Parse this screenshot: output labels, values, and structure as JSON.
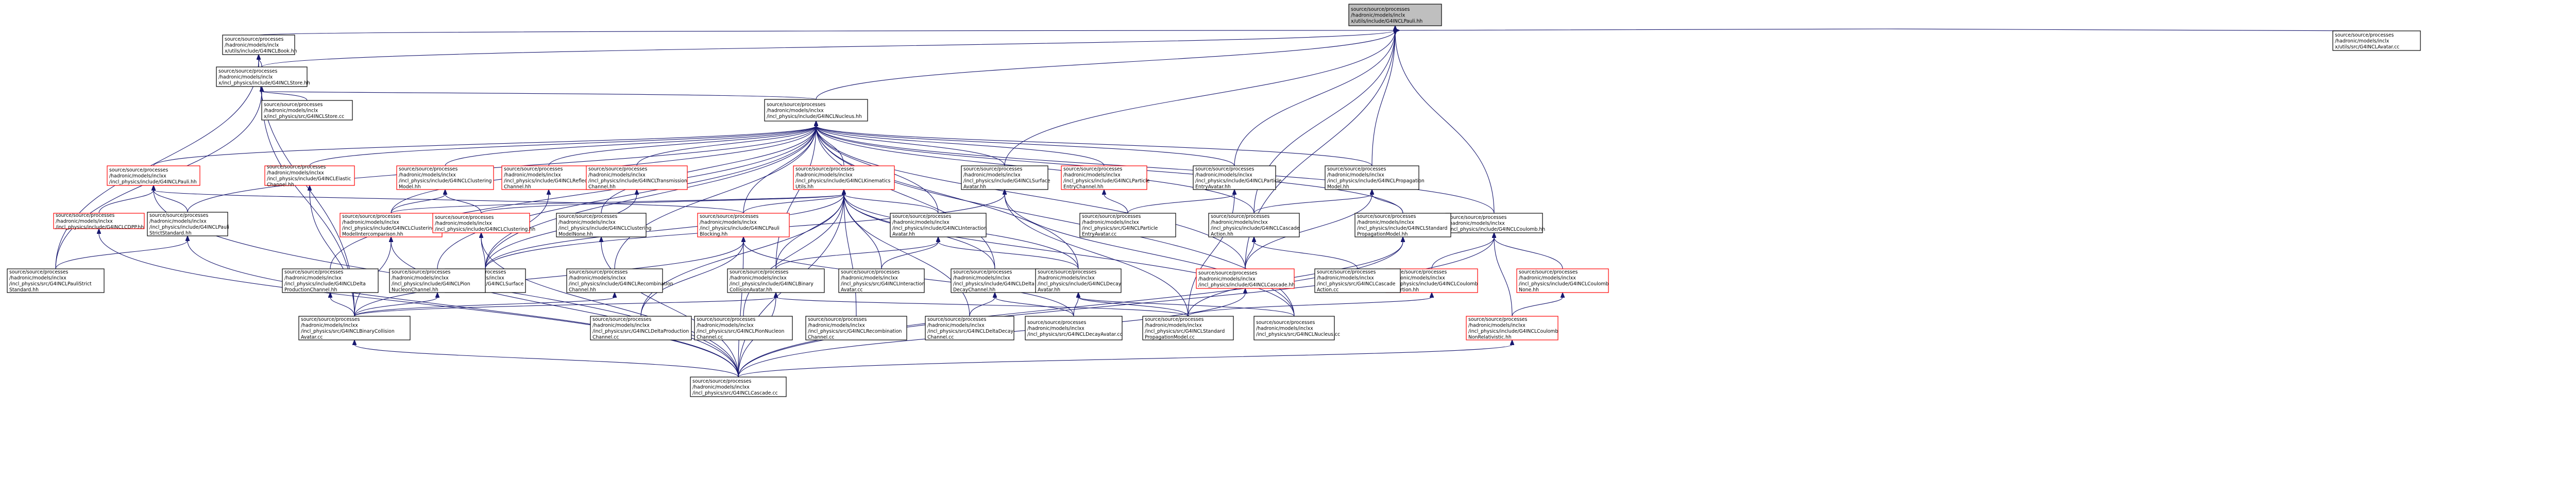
{
  "colors": {
    "edge": "#191970",
    "root_fill": "#bfbfbf",
    "border": "#000000",
    "truncated_border": "#ff0000"
  },
  "nodes": [
    {
      "id": "pauli",
      "lines": [
        "source/source/processes",
        "/hadronic/models/inclx",
        "x/utils/include/G4INCLPauli.hh"
      ],
      "root": true
    },
    {
      "id": "avatar_cc",
      "lines": [
        "source/source/processes",
        "/hadronic/models/inclx",
        "x/utils/src/G4INCLAvatar.cc"
      ]
    },
    {
      "id": "store_hh",
      "lines": [
        "source/source/processes",
        "/hadronic/models/inclx",
        "x/utils/include/G4INCLBook.hh"
      ]
    },
    {
      "id": "store2_hh",
      "lines": [
        "source/source/processes",
        "/hadronic/models/inclx",
        "x/incl_physics/include/G4INCLStore.hh"
      ]
    },
    {
      "id": "store_cc",
      "lines": [
        "source/source/processes",
        "/hadronic/models/inclx",
        "x/incl_physics/src/G4INCLStore.cc"
      ]
    },
    {
      "id": "nucleus_hh",
      "lines": [
        "source/source/processes",
        "/hadronic/models/inclxx",
        "/incl_physics/include/G4INCLNucleus.hh"
      ]
    },
    {
      "id": "pauli_hh",
      "lines": [
        "source/source/processes",
        "/hadronic/models/inclxx",
        "/incl_physics/include/G4INCLPauli.hh"
      ],
      "red": true
    },
    {
      "id": "cdpp",
      "lines": [
        "source/source/processes",
        "/hadronic/models/inclxx",
        "/incl_physics/include/G4INCLCDPP.hh"
      ],
      "red": true
    },
    {
      "id": "paulistrict",
      "lines": [
        "source/source/processes",
        "/hadronic/models/inclxx",
        "/incl_physics/src/G4INCLPauliStrict",
        "Standard.hh"
      ]
    },
    {
      "id": "paulistrict_cc",
      "lines": [
        "source/source/processes",
        "/hadronic/models/inclxx",
        "/incl_physics/include/G4INCLPauli",
        "StrictStandard.hh"
      ]
    },
    {
      "id": "elastic",
      "lines": [
        "source/source/processes",
        "/hadronic/models/inclxx",
        "/incl_physics/include/G4INCLElastic",
        "Channel.hh"
      ],
      "red": true
    },
    {
      "id": "clustering_model",
      "lines": [
        "source/source/processes",
        "/hadronic/models/inclxx",
        "/incl_physics/include/G4INCLClustering",
        "Model.hh"
      ],
      "red": true
    },
    {
      "id": "clustering_intercomp",
      "lines": [
        "source/source/processes",
        "/hadronic/models/inclxx",
        "/incl_physics/include/G4INCLClustering",
        "ModelIntercomparison.hh"
      ],
      "red": true
    },
    {
      "id": "clustering_hh",
      "lines": [
        "source/source/processes",
        "/hadronic/models/inclxx",
        "/incl_physics/include/G4INCLClustering.hh"
      ],
      "red": true
    },
    {
      "id": "reflection",
      "lines": [
        "source/source/processes",
        "/hadronic/models/inclxx",
        "/incl_physics/include/G4INCLReflection",
        "Channel.hh"
      ],
      "red": true
    },
    {
      "id": "transmission",
      "lines": [
        "source/source/processes",
        "/hadronic/models/inclxx",
        "/incl_physics/include/G4INCLTransmission",
        "Channel.hh"
      ],
      "red": true
    },
    {
      "id": "clustering_none",
      "lines": [
        "source/source/processes",
        "/hadronic/models/inclxx",
        "/incl_physics/include/G4INCLClustering",
        "ModelNone.hh"
      ]
    },
    {
      "id": "kinematics",
      "lines": [
        "source/source/processes",
        "/hadronic/models/inclxx",
        "/incl_physics/include/G4INCLKinematics",
        "Utils.hh"
      ],
      "red": true
    },
    {
      "id": "pauli_blocking",
      "lines": [
        "source/source/processes",
        "/hadronic/models/inclxx",
        "/incl_physics/include/G4INCLPauli",
        "Blocking.hh"
      ],
      "red": true
    },
    {
      "id": "surface_avatar_hh",
      "lines": [
        "source/source/processes",
        "/hadronic/models/inclxx",
        "/incl_physics/include/G4INCLSurface",
        "Avatar.hh"
      ]
    },
    {
      "id": "particle_entry_channel",
      "lines": [
        "source/source/processes",
        "/hadronic/models/inclxx",
        "/incl_physics/include/G4INCLParticle",
        "EntryChannel.hh"
      ],
      "red": true
    },
    {
      "id": "particle_entry_avatar_hh",
      "lines": [
        "source/source/processes",
        "/hadronic/models/inclxx",
        "/incl_physics/include/G4INCLParticle",
        "EntryAvatar.hh"
      ]
    },
    {
      "id": "propagation_model",
      "lines": [
        "source/source/processes",
        "/hadronic/models/inclxx",
        "/incl_physics/include/G4INCLPropagation",
        "Model.hh"
      ]
    },
    {
      "id": "coulomb_hh",
      "lines": [
        "source/source/processes",
        "/hadronic/models/inclxx",
        "/incl_physics/include/G4INCLCoulomb.hh"
      ]
    },
    {
      "id": "interaction_avatar_hh",
      "lines": [
        "source/source/processes",
        "/hadronic/models/inclxx",
        "/incl_physics/include/G4INCLInteraction",
        "Avatar.hh"
      ]
    },
    {
      "id": "particle_entry_avatar_cc",
      "lines": [
        "source/source/processes",
        "/hadronic/models/inclxx",
        "/incl_physics/src/G4INCLParticle",
        "EntryAvatar.cc"
      ]
    },
    {
      "id": "cascade_action_hh",
      "lines": [
        "source/source/processes",
        "/hadronic/models/inclxx",
        "/incl_physics/include/G4INCLCascade",
        "Action.hh"
      ]
    },
    {
      "id": "std_propagation_hh",
      "lines": [
        "source/source/processes",
        "/hadronic/models/inclxx",
        "/incl_physics/include/G4INCLStandard",
        "PropagationModel.hh"
      ]
    },
    {
      "id": "coulomb_distortion",
      "lines": [
        "source/source/processes",
        "/hadronic/models/inclxx",
        "/incl_physics/include/G4INCLCoulomb",
        "Distortion.hh"
      ],
      "red": true
    },
    {
      "id": "coulomb_none",
      "lines": [
        "source/source/processes",
        "/hadronic/models/inclxx",
        "/incl_physics/include/G4INCLCoulomb",
        "None.hh"
      ],
      "red": true
    },
    {
      "id": "coulomb_nonrel",
      "lines": [
        "source/source/processes",
        "/hadronic/models/inclxx",
        "/incl_physics/include/G4INCLCoulomb",
        "NonRelativistic.hh"
      ],
      "red": true
    },
    {
      "id": "cascade_hh",
      "lines": [
        "source/source/processes",
        "/hadronic/models/inclxx",
        "/incl_physics/include/G4INCLCascade.hh"
      ],
      "red": true
    },
    {
      "id": "cascade_action_cc",
      "lines": [
        "source/source/processes",
        "/hadronic/models/inclxx",
        "/incl_physics/src/G4INCLCascade",
        "Action.cc"
      ]
    },
    {
      "id": "surface_avatar_cc",
      "lines": [
        "source/source/processes",
        "/hadronic/models/inclxx",
        "/incl_physics/src/G4INCLSurface",
        "Avatar.cc"
      ]
    },
    {
      "id": "delta_prod_hh",
      "lines": [
        "source/source/processes",
        "/hadronic/models/inclxx",
        "/incl_physics/include/G4INCLDelta",
        "ProductionChannel.hh"
      ]
    },
    {
      "id": "pion_nucleon_hh",
      "lines": [
        "source/source/processes",
        "/hadronic/models/inclxx",
        "/incl_physics/include/G4INCLPion",
        "NucleonChannel.hh"
      ]
    },
    {
      "id": "recombination_hh",
      "lines": [
        "source/source/processes",
        "/hadronic/models/inclxx",
        "/incl_physics/include/G4INCLRecombination",
        "Channel.hh"
      ]
    },
    {
      "id": "binary_collision_hh",
      "lines": [
        "source/source/processes",
        "/hadronic/models/inclxx",
        "/incl_physics/include/G4INCLBinary",
        "CollisionAvatar.hh"
      ]
    },
    {
      "id": "interaction_avatar_cc",
      "lines": [
        "source/source/processes",
        "/hadronic/models/inclxx",
        "/incl_physics/src/G4INCLInteraction",
        "Avatar.cc"
      ]
    },
    {
      "id": "delta_decay_hh",
      "lines": [
        "source/source/processes",
        "/hadronic/models/inclxx",
        "/incl_physics/include/G4INCLDelta",
        "DecayChannel.hh"
      ]
    },
    {
      "id": "decay_avatar_hh",
      "lines": [
        "source/source/processes",
        "/hadronic/models/inclxx",
        "/incl_physics/include/G4INCLDecay",
        "Avatar.hh"
      ]
    },
    {
      "id": "binary_collision_cc",
      "lines": [
        "source/source/processes",
        "/hadronic/models/inclxx",
        "/incl_physics/src/G4INCLBinaryCollision",
        "Avatar.cc"
      ]
    },
    {
      "id": "delta_prod_cc",
      "lines": [
        "source/source/processes",
        "/hadronic/models/inclxx",
        "/incl_physics/src/G4INCLDeltaProduction",
        "Channel.cc"
      ]
    },
    {
      "id": "pion_nucleon_cc",
      "lines": [
        "source/source/processes",
        "/hadronic/models/inclxx",
        "/incl_physics/src/G4INCLPionNucleon",
        "Channel.cc"
      ]
    },
    {
      "id": "recombination_cc",
      "lines": [
        "source/source/processes",
        "/hadronic/models/inclxx",
        "/incl_physics/src/G4INCLRecombination",
        "Channel.cc"
      ]
    },
    {
      "id": "delta_decay_cc",
      "lines": [
        "source/source/processes",
        "/hadronic/models/inclxx",
        "/incl_physics/src/G4INCLDeltaDecay",
        "Channel.cc"
      ]
    },
    {
      "id": "decay_avatar_cc",
      "lines": [
        "source/source/processes",
        "/hadronic/models/inclxx",
        "/incl_physics/src/G4INCLDecayAvatar.cc"
      ]
    },
    {
      "id": "std_propagation_cc",
      "lines": [
        "source/source/processes",
        "/hadronic/models/inclxx",
        "/incl_physics/src/G4INCLStandard",
        "PropagationModel.cc"
      ]
    },
    {
      "id": "nucleus_cc",
      "lines": [
        "source/source/processes",
        "/hadronic/models/inclxx",
        "/incl_physics/src/G4INCLNucleus.cc"
      ]
    },
    {
      "id": "cascade_cc",
      "lines": [
        "source/source/processes",
        "/hadronic/models/inclxx",
        "/incl_physics/src/G4INCLCascade.cc"
      ]
    }
  ],
  "edges": [
    [
      "pauli",
      "avatar_cc"
    ],
    [
      "pauli",
      "store_hh"
    ],
    [
      "pauli",
      "store2_hh"
    ],
    [
      "pauli",
      "nucleus_hh"
    ],
    [
      "pauli",
      "surface_avatar_hh"
    ],
    [
      "pauli",
      "particle_entry_avatar_hh"
    ],
    [
      "pauli",
      "propagation_model"
    ],
    [
      "pauli",
      "coulomb_hh"
    ],
    [
      "pauli",
      "cascade_action_hh"
    ],
    [
      "pauli",
      "cascade_hh"
    ],
    [
      "store_hh",
      "store2_hh"
    ],
    [
      "store_hh",
      "paulistrict"
    ],
    [
      "store_hh",
      "binary_collision_cc"
    ],
    [
      "store2_hh",
      "store_cc"
    ],
    [
      "store2_hh",
      "nucleus_hh"
    ],
    [
      "store2_hh",
      "paulistrict"
    ],
    [
      "store2_hh",
      "binary_collision_cc"
    ],
    [
      "nucleus_hh",
      "pauli_hh"
    ],
    [
      "nucleus_hh",
      "elastic"
    ],
    [
      "nucleus_hh",
      "clustering_model"
    ],
    [
      "nucleus_hh",
      "reflection"
    ],
    [
      "nucleus_hh",
      "transmission"
    ],
    [
      "nucleus_hh",
      "clustering_none"
    ],
    [
      "nucleus_hh",
      "kinematics"
    ],
    [
      "nucleus_hh",
      "pauli_blocking"
    ],
    [
      "nucleus_hh",
      "surface_avatar_hh"
    ],
    [
      "nucleus_hh",
      "particle_entry_channel"
    ],
    [
      "nucleus_hh",
      "particle_entry_avatar_hh"
    ],
    [
      "nucleus_hh",
      "propagation_model"
    ],
    [
      "nucleus_hh",
      "coulomb_hh"
    ],
    [
      "nucleus_hh",
      "interaction_avatar_hh"
    ],
    [
      "nucleus_hh",
      "cascade_action_hh"
    ],
    [
      "nucleus_hh",
      "std_propagation_hh"
    ],
    [
      "nucleus_hh",
      "cascade_hh"
    ],
    [
      "nucleus_hh",
      "nucleus_cc"
    ],
    [
      "nucleus_hh",
      "decay_avatar_hh"
    ],
    [
      "nucleus_hh",
      "delta_decay_hh"
    ],
    [
      "nucleus_hh",
      "binary_collision_hh"
    ],
    [
      "nucleus_hh",
      "clustering_intercomp"
    ],
    [
      "nucleus_hh",
      "paulistrict_cc"
    ],
    [
      "nucleus_hh",
      "delta_prod_hh"
    ],
    [
      "nucleus_hh",
      "pion_nucleon_hh"
    ],
    [
      "nucleus_hh",
      "recombination_hh"
    ],
    [
      "nucleus_hh",
      "surface_avatar_cc"
    ],
    [
      "pauli_hh",
      "cdpp"
    ],
    [
      "pauli_hh",
      "paulistrict_cc"
    ],
    [
      "pauli_hh",
      "pauli_blocking"
    ],
    [
      "pauli_hh",
      "cascade_cc"
    ],
    [
      "cdpp",
      "cascade_cc"
    ],
    [
      "paulistrict_cc",
      "paulistrict"
    ],
    [
      "paulistrict_cc",
      "cascade_cc"
    ],
    [
      "elastic",
      "binary_collision_cc"
    ],
    [
      "clustering_model",
      "clustering_intercomp"
    ],
    [
      "clustering_model",
      "clustering_hh"
    ],
    [
      "clustering_intercomp",
      "binary_collision_cc"
    ],
    [
      "clustering_intercomp",
      "cascade_cc"
    ],
    [
      "clustering_hh",
      "surface_avatar_cc"
    ],
    [
      "clustering_hh",
      "cascade_cc"
    ],
    [
      "reflection",
      "surface_avatar_cc"
    ],
    [
      "transmission",
      "surface_avatar_cc"
    ],
    [
      "clustering_none",
      "cascade_cc"
    ],
    [
      "kinematics",
      "clustering_intercomp"
    ],
    [
      "kinematics",
      "clustering_hh"
    ],
    [
      "kinematics",
      "pauli_blocking"
    ],
    [
      "kinematics",
      "interaction_avatar_hh"
    ],
    [
      "kinematics",
      "surface_avatar_cc"
    ],
    [
      "kinematics",
      "binary_collision_hh"
    ],
    [
      "kinematics",
      "interaction_avatar_cc"
    ],
    [
      "kinematics",
      "delta_decay_hh"
    ],
    [
      "kinematics",
      "decay_avatar_hh"
    ],
    [
      "kinematics",
      "delta_prod_cc"
    ],
    [
      "kinematics",
      "pion_nucleon_cc"
    ],
    [
      "kinematics",
      "recombination_cc"
    ],
    [
      "kinematics",
      "delta_decay_cc"
    ],
    [
      "kinematics",
      "nucleus_cc"
    ],
    [
      "kinematics",
      "cascade_cc"
    ],
    [
      "pauli_blocking",
      "binary_collision_cc"
    ],
    [
      "pauli_blocking",
      "delta_prod_cc"
    ],
    [
      "pauli_blocking",
      "decay_avatar_cc"
    ],
    [
      "pauli_blocking",
      "cascade_cc"
    ],
    [
      "surface_avatar_hh",
      "surface_avatar_cc"
    ],
    [
      "surface_avatar_hh",
      "std_propagation_cc"
    ],
    [
      "surface_avatar_hh",
      "nucleus_cc"
    ],
    [
      "particle_entry_channel",
      "particle_entry_avatar_cc"
    ],
    [
      "particle_entry_avatar_hh",
      "particle_entry_avatar_cc"
    ],
    [
      "particle_entry_avatar_hh",
      "std_propagation_cc"
    ],
    [
      "propagation_model",
      "std_propagation_hh"
    ],
    [
      "propagation_model",
      "cascade_action_hh"
    ],
    [
      "propagation_model",
      "cascade_hh"
    ],
    [
      "coulomb_hh",
      "coulomb_distortion"
    ],
    [
      "coulomb_hh",
      "coulomb_none"
    ],
    [
      "coulomb_hh",
      "coulomb_nonrel"
    ],
    [
      "coulomb_hh",
      "cascade_cc"
    ],
    [
      "coulomb_distortion",
      "std_propagation_cc"
    ],
    [
      "coulomb_none",
      "coulomb_nonrel"
    ],
    [
      "coulomb_nonrel",
      "cascade_cc"
    ],
    [
      "interaction_avatar_hh",
      "binary_collision_hh"
    ],
    [
      "interaction_avatar_hh",
      "decay_avatar_hh"
    ],
    [
      "interaction_avatar_hh",
      "interaction_avatar_cc"
    ],
    [
      "cascade_action_hh",
      "cascade_hh"
    ],
    [
      "cascade_action_hh",
      "cascade_action_cc"
    ],
    [
      "std_propagation_hh",
      "std_propagation_cc"
    ],
    [
      "std_propagation_hh",
      "cascade_cc"
    ],
    [
      "cascade_hh",
      "cascade_cc"
    ],
    [
      "delta_prod_hh",
      "binary_collision_cc"
    ],
    [
      "pion_nucleon_hh",
      "binary_collision_cc"
    ],
    [
      "recombination_hh",
      "binary_collision_cc"
    ],
    [
      "binary_collision_hh",
      "binary_collision_cc"
    ],
    [
      "binary_collision_hh",
      "std_propagation_cc"
    ],
    [
      "binary_collision_hh",
      "cascade_cc"
    ],
    [
      "delta_decay_hh",
      "decay_avatar_cc"
    ],
    [
      "delta_decay_hh",
      "delta_decay_cc"
    ],
    [
      "decay_avatar_hh",
      "decay_avatar_cc"
    ],
    [
      "decay_avatar_hh",
      "std_propagation_cc"
    ],
    [
      "decay_avatar_hh",
      "nucleus_cc"
    ],
    [
      "binary_collision_cc",
      "cascade_cc"
    ]
  ]
}
